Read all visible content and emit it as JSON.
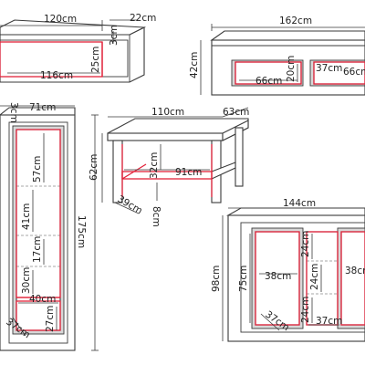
{
  "dimensions": {
    "shelf": {
      "width": "120cm",
      "depth": "22cm",
      "height": "3cm",
      "inner_height": "25cm",
      "inner_width": "116cm"
    },
    "tv_unit": {
      "width": "162cm",
      "height": "42cm",
      "drawer_left": "66cm",
      "drawer_height": "20cm",
      "inner_left": "37cm",
      "drawer_right": "66cm"
    },
    "cabinet": {
      "top_thickness": "3cm",
      "width": "71cm",
      "upper": "57cm",
      "middle": "41cm",
      "total_height": "175cm",
      "lower": "17cm",
      "bottom_section": "30cm",
      "inner_width": "40cm",
      "depth": "37cm",
      "base": "27cm"
    },
    "coffee_table": {
      "width": "110cm",
      "depth": "63cm",
      "height": "62cm",
      "clearance": "32cm",
      "shelf_width": "91cm",
      "leg_depth": "39cm",
      "shelf_height": "8cm"
    },
    "sideboard": {
      "width": "144cm",
      "height": "98cm",
      "inner_height": "75cm",
      "top_shelf": "24cm",
      "left_shelf": "38cm",
      "right_shelf": "38cm",
      "mid_shelf": "24cm",
      "bottom_shelf": "24cm",
      "depth": "37cm",
      "inner_bottom": "37cm"
    }
  }
}
